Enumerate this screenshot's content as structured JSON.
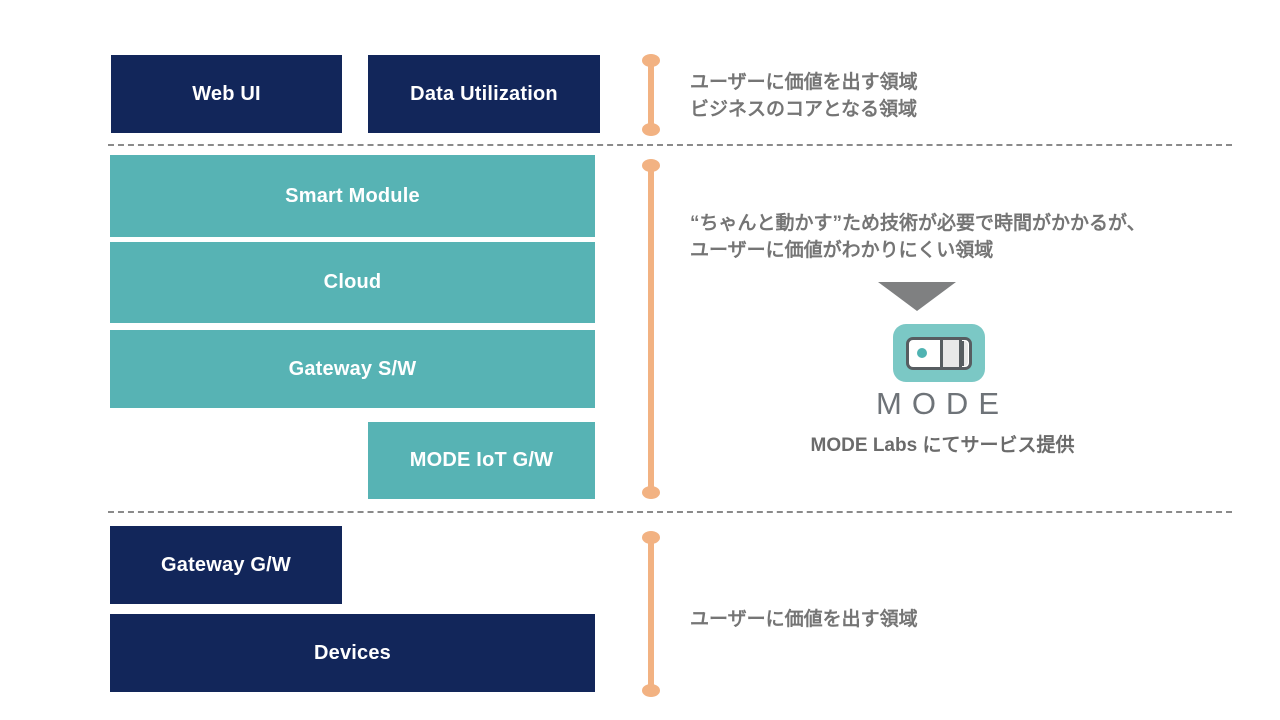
{
  "colors": {
    "navy_box": "#12265a",
    "teal_box": "#57b3b4",
    "orange_bracket": "#f2b282",
    "note_text_gray": "#757575",
    "triangle_gray": "#7f8081",
    "logo_tile_teal": "#7bc8c5",
    "logo_outline_gray": "#575d61",
    "background": "#ffffff"
  },
  "top_section": {
    "boxes": [
      {
        "label": "Web UI"
      },
      {
        "label": "Data Utilization"
      }
    ],
    "note": {
      "line1": "ユーザーに価値を出す領域",
      "line2": "ビジネスのコアとなる領域"
    }
  },
  "middle_section": {
    "boxes": [
      {
        "label": "Smart Module"
      },
      {
        "label": "Cloud"
      },
      {
        "label": "Gateway S/W"
      },
      {
        "label": "MODE IoT G/W"
      }
    ],
    "note": {
      "line1": "“ちゃんと動かす”ため技術が必要で時間がかかるが、",
      "line2": "ユーザーに価値がわかりにくい領域"
    },
    "logo": {
      "wordmark": "MODE",
      "caption": "MODE Labs にてサービス提供"
    }
  },
  "bottom_section": {
    "boxes": [
      {
        "label": "Gateway G/W"
      },
      {
        "label": "Devices"
      }
    ],
    "note": {
      "line1": "ユーザーに価値を出す領域"
    }
  }
}
